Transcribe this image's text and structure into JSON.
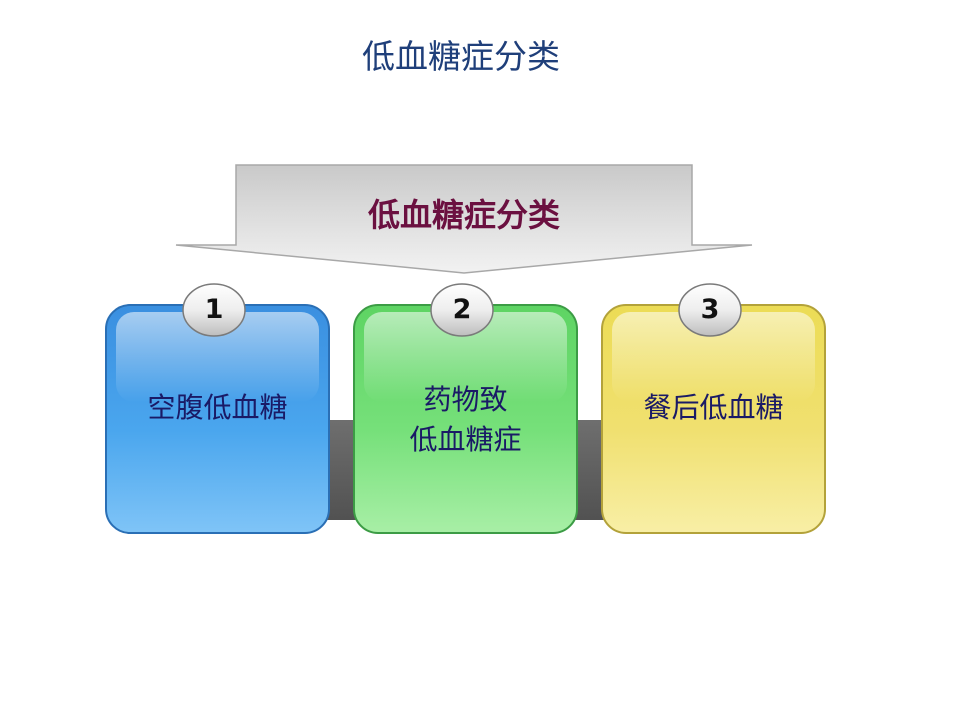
{
  "title": "低血糖症分类",
  "banner": {
    "label": "低血糖症分类"
  },
  "cards": [
    {
      "number": "1",
      "label": "空腹低血糖",
      "color": "#3d9be8"
    },
    {
      "number": "2",
      "label": "药物致\n低血糖症",
      "color": "#7ee07a"
    },
    {
      "number": "3",
      "label": "餐后低血糖",
      "color": "#f0e070"
    }
  ],
  "colors": {
    "title": "#1f3f7a",
    "banner_text": "#6b1040",
    "card_text": "#1a1a66",
    "banner_fill": "#d4d4d4"
  }
}
